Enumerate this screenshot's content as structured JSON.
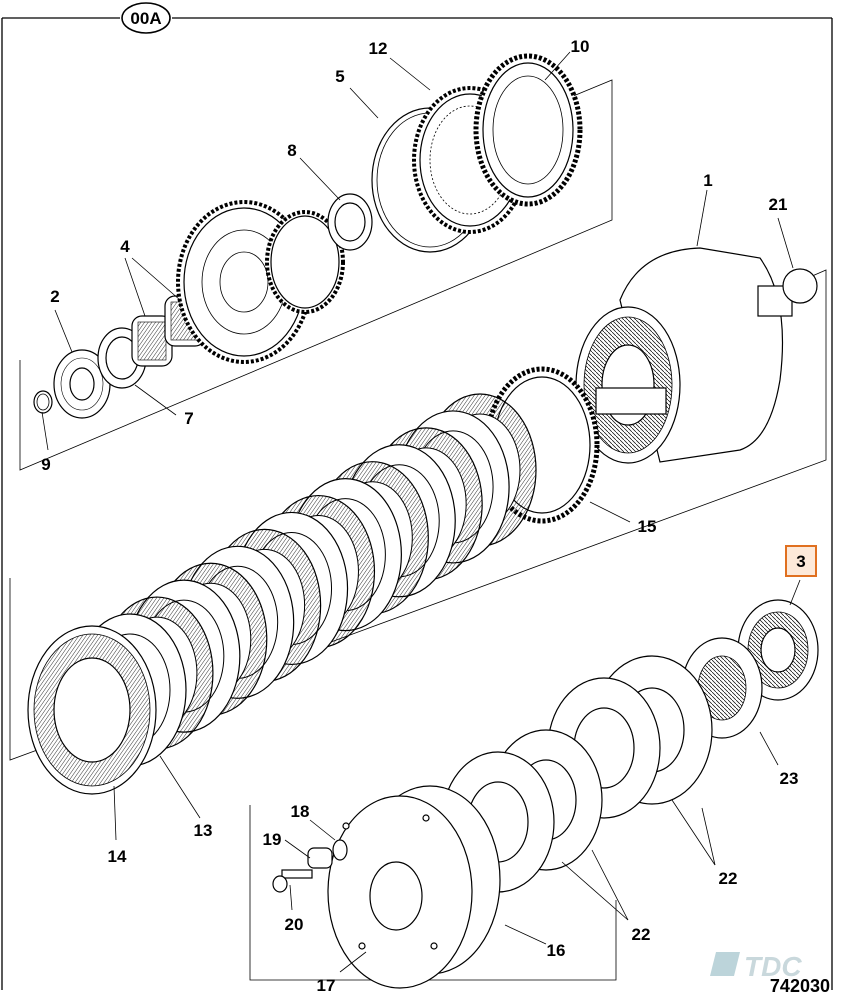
{
  "diagram": {
    "group_code": "00A",
    "reference_number": "742030",
    "brand_mark": "TDC",
    "selected_callout": "3",
    "accent_color": "#e07020",
    "callouts": {
      "c1": "1",
      "c2": "2",
      "c3": "3",
      "c4": "4",
      "c5": "5",
      "c7": "7",
      "c8": "8",
      "c9": "9",
      "c10": "10",
      "c12": "12",
      "c13": "13",
      "c14": "14",
      "c15": "15",
      "c16": "16",
      "c17": "17",
      "c18": "18",
      "c19": "19",
      "c20": "20",
      "c21": "21",
      "c22a": "22",
      "c22b": "22",
      "c23": "23"
    }
  }
}
